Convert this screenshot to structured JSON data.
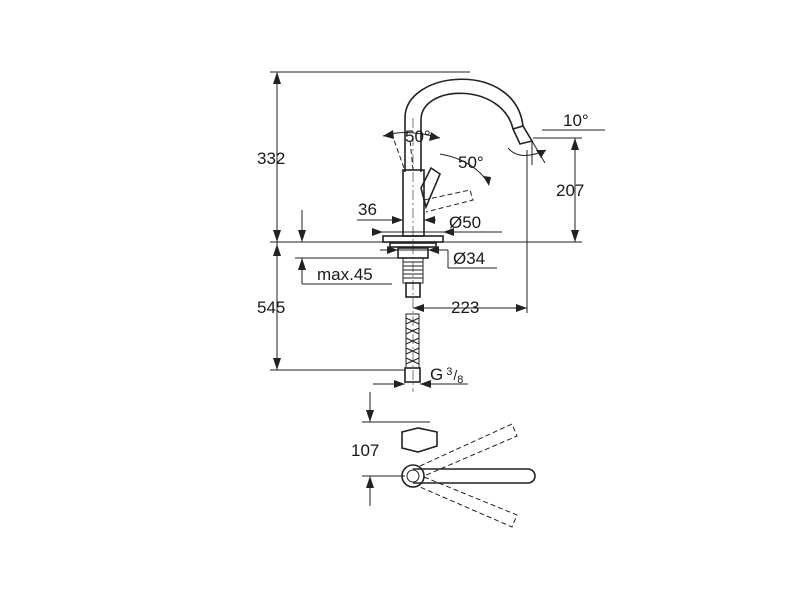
{
  "dimensions": {
    "total_height_above_deck": "332",
    "spout_height": "207",
    "below_deck_length": "545",
    "spout_reach": "223",
    "body_offset": "36",
    "base_diameter": "Ø50",
    "hole_diameter": "Ø34",
    "max_deck_thickness": "max.45",
    "lever_angle_left": "50°",
    "lever_angle_right": "50°",
    "spout_tilt": "10°",
    "connection_prefix": "G",
    "connection_num": "3",
    "connection_den": "8",
    "top_view_offset": "107"
  },
  "colors": {
    "line": "#222222",
    "background": "#ffffff"
  }
}
